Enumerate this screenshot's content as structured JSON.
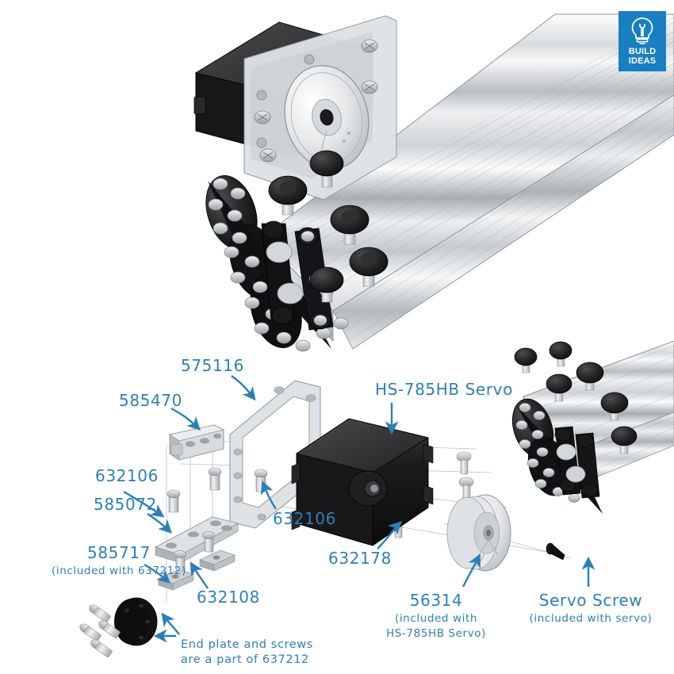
{
  "document": {
    "type": "exploded-assembly-diagram",
    "subject": "HS-785HB Servo drive module mounted to aluminum extrusion rail"
  },
  "badge": {
    "line1": "BUILD",
    "line2": "IDEAS",
    "icon": "lightbulb-wrench-icon",
    "background_color": "#1a7fc1",
    "text_color": "#ffffff"
  },
  "colors": {
    "label": "#2f7fb5",
    "arrow": "#2f7fb5",
    "background": "#ffffff",
    "metal_light": "#e9ebed",
    "metal_mid": "#c6cace",
    "metal_dark": "#9aa0a6",
    "black_part": "#141414",
    "black_part_light": "#3a3a3a"
  },
  "callouts": [
    {
      "id": "c-575116",
      "title": "575116",
      "sub": ""
    },
    {
      "id": "c-585470",
      "title": "585470",
      "sub": ""
    },
    {
      "id": "c-632106a",
      "title": "632106",
      "sub": ""
    },
    {
      "id": "c-585072",
      "title": "585072",
      "sub": ""
    },
    {
      "id": "c-585717",
      "title": "585717",
      "sub": "(included with 637212)"
    },
    {
      "id": "c-632108",
      "title": "632108",
      "sub": ""
    },
    {
      "id": "c-632106b",
      "title": "632106",
      "sub": ""
    },
    {
      "id": "c-632178",
      "title": "632178",
      "sub": ""
    },
    {
      "id": "c-servo",
      "title": "HS-785HB Servo",
      "sub": ""
    },
    {
      "id": "c-56314",
      "title": "56314",
      "sub": "(included with\nHS-785HB Servo)"
    },
    {
      "id": "c-screw",
      "title": "Servo Screw",
      "sub": "(included with servo)"
    },
    {
      "id": "c-endplate",
      "title": "",
      "sub": "End plate and screws\nare a part of 637212"
    }
  ],
  "labels": {
    "p575116": "575116",
    "p585470": "585470",
    "p632106_a": "632106",
    "p585072": "585072",
    "p585717": "585717",
    "p585717_note": "(included with 637212)",
    "p632108": "632108",
    "p632106_b": "632106",
    "p632178": "632178",
    "servo": "HS-785HB Servo",
    "p56314": "56314",
    "p56314_note1": "(included with",
    "p56314_note2": "HS-785HB Servo)",
    "servo_screw": "Servo Screw",
    "servo_screw_note": "(included with servo)",
    "endplate_note1": "End plate and screws",
    "endplate_note2": "are a part of 637212"
  },
  "assemblies": {
    "main": "servo-drive-assembly-on-rail",
    "secondary": "roller-carriage-on-rail"
  }
}
